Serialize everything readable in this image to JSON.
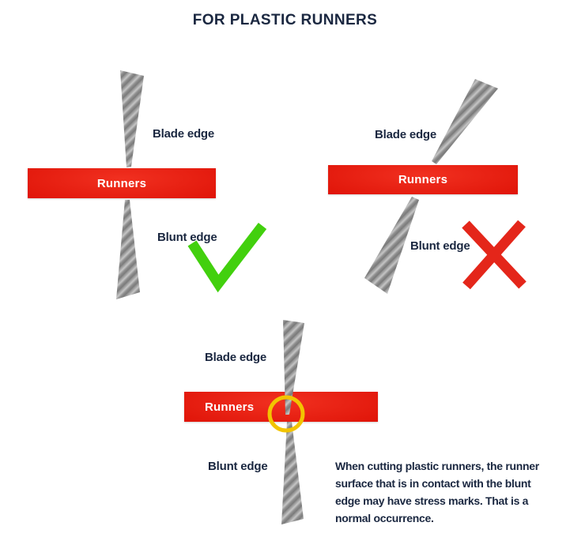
{
  "title": "FOR PLASTIC RUNNERS",
  "diagrams": {
    "correct": {
      "blade_edge_label": "Blade edge",
      "blunt_edge_label": "Blunt edge",
      "runner_label": "Runners",
      "result": "check-mark"
    },
    "incorrect": {
      "blade_edge_label": "Blade edge",
      "blunt_edge_label": "Blunt edge",
      "runner_label": "Runners",
      "result": "cross-mark"
    },
    "closeup": {
      "blade_edge_label": "Blade edge",
      "blunt_edge_label": "Blunt edge",
      "runner_label": "Runners",
      "note": "When cutting plastic runners, the runner surface that is in contact with the blunt edge may have stress marks. That is a normal occurrence."
    }
  },
  "colors": {
    "text_navy": "#1a2740",
    "runner_red": "#e01509",
    "check_green": "#42d00e",
    "cross_red": "#e4261a",
    "circle_yellow": "#f2c400",
    "blade_gray": "#9b9b9b"
  }
}
